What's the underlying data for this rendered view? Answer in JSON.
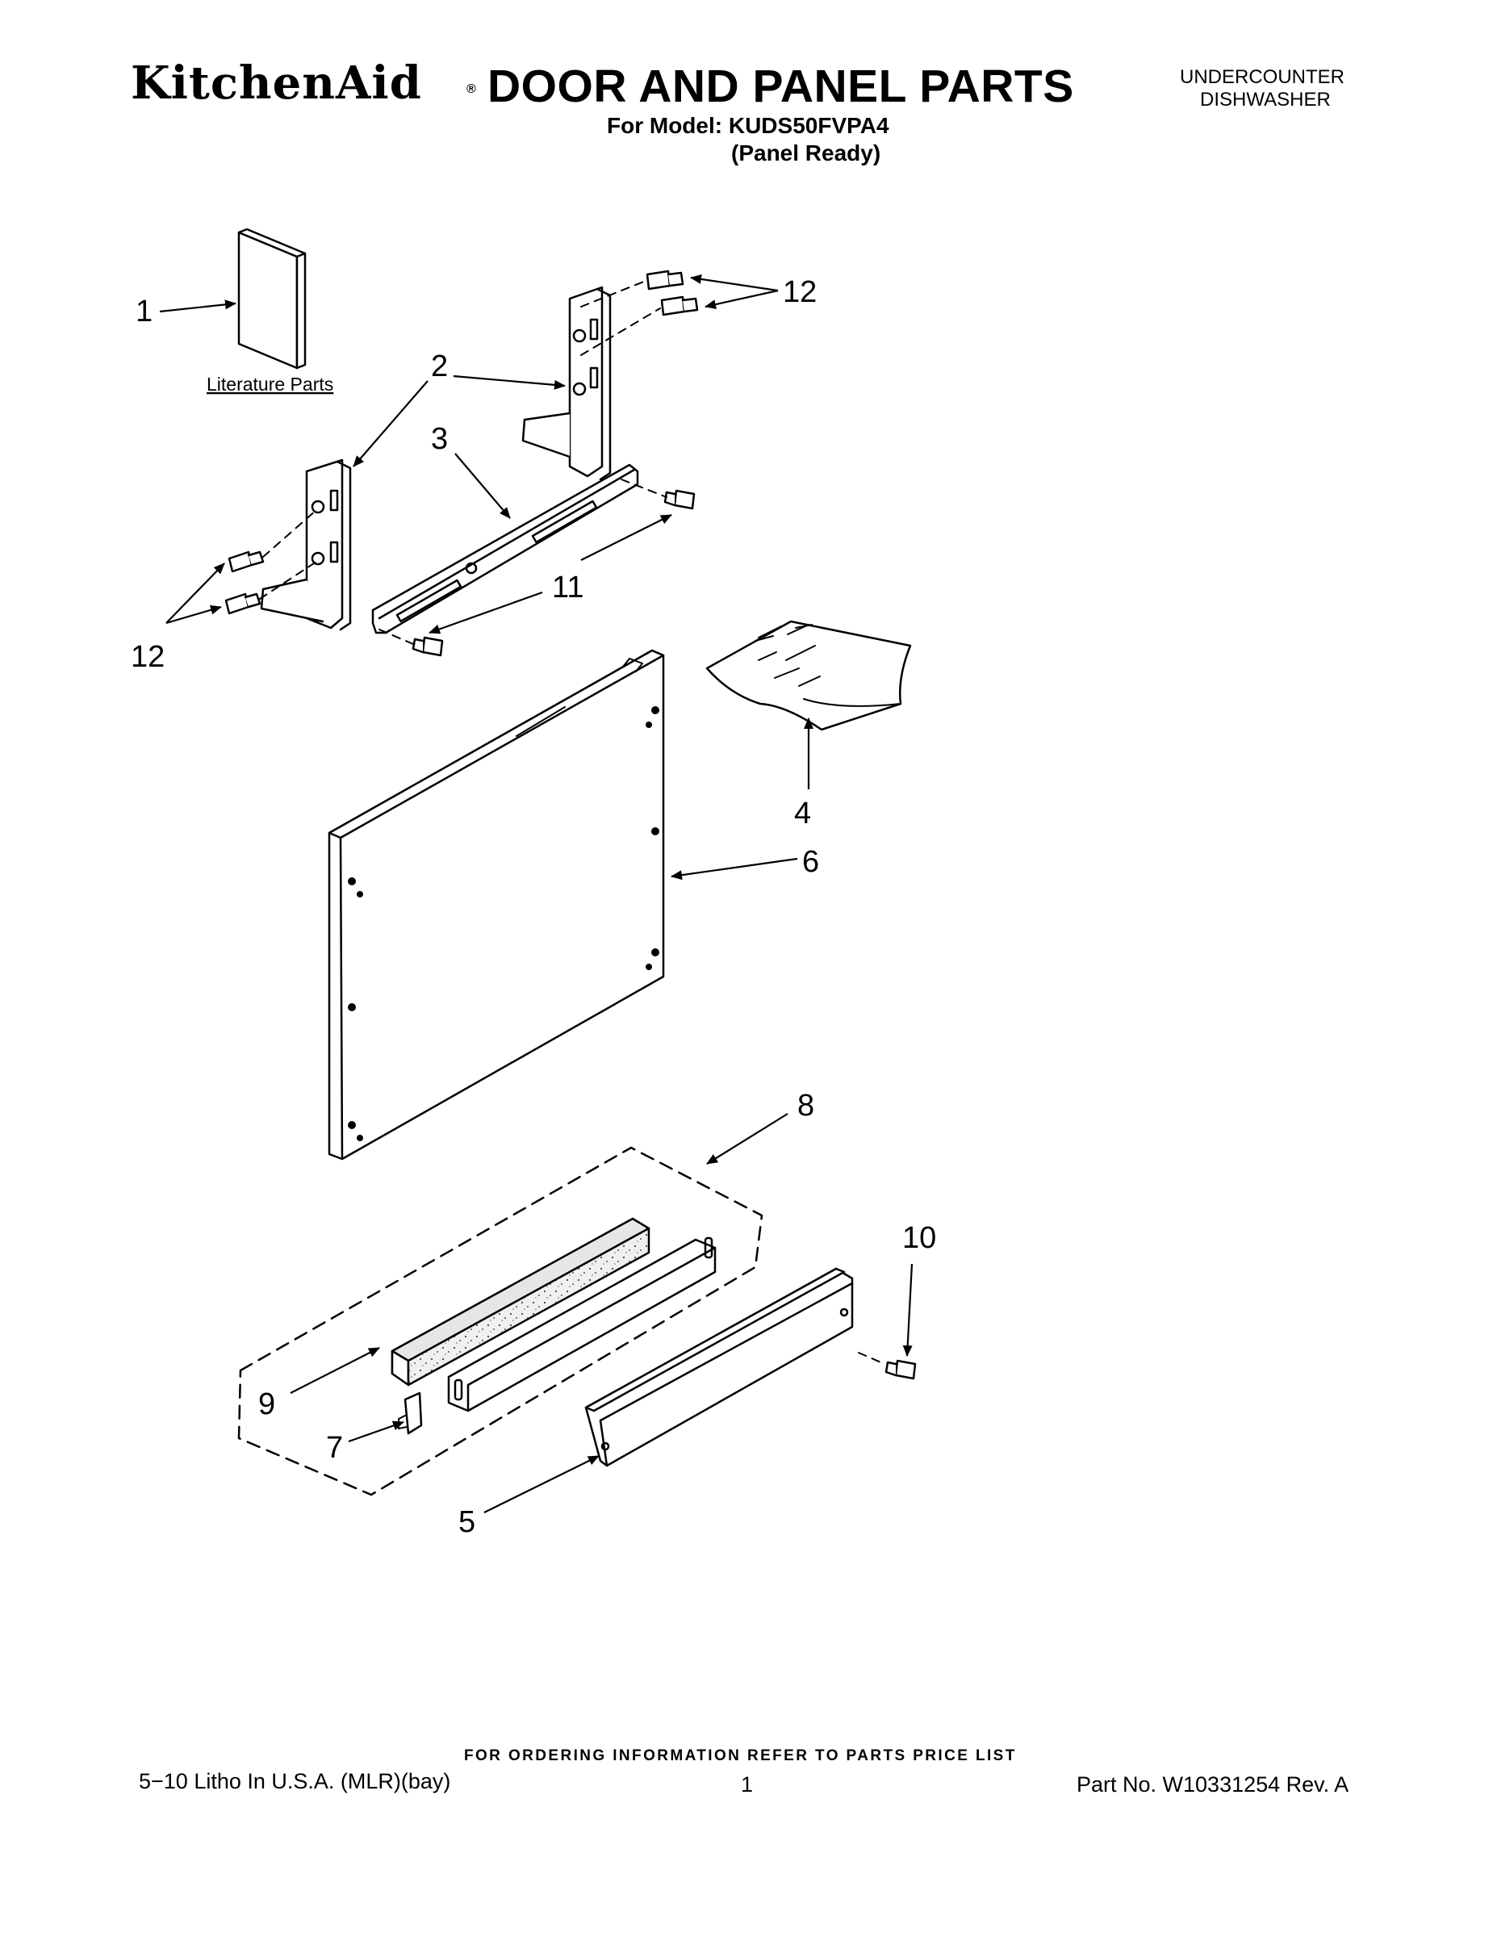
{
  "header": {
    "brand": "KitchenAid",
    "brand_mark": "®",
    "title": "DOOR AND PANEL PARTS",
    "model_line": "For Model: KUDS50FVPA4",
    "variant": "(Panel Ready)",
    "category_line1": "UNDERCOUNTER",
    "category_line2": "DISHWASHER"
  },
  "diagram": {
    "callouts": {
      "c1": "1",
      "c2": "2",
      "c3": "3",
      "c4": "4",
      "c5": "5",
      "c6": "6",
      "c7": "7",
      "c8": "8",
      "c9": "9",
      "c10": "10",
      "c11": "11",
      "c12a": "12",
      "c12b": "12"
    },
    "literature_label": "Literature Parts"
  },
  "footer": {
    "ordering_note": "FOR ORDERING INFORMATION REFER TO PARTS PRICE LIST",
    "litho": "5−10 Litho In U.S.A. (MLR)(bay)",
    "page_number": "1",
    "part_number": "Part No. W10331254 Rev. A"
  }
}
